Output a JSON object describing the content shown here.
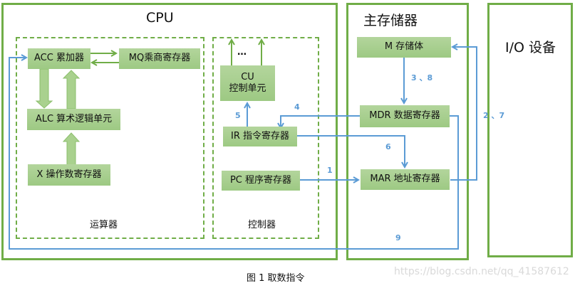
{
  "diagram": {
    "cpu": {
      "title": "CPU",
      "alu_group": {
        "label": "运算器",
        "acc": "ACC 累加器",
        "mq": "MQ乘商寄存器",
        "alc": "ALC 算术逻辑单元",
        "x": "X 操作数寄存器"
      },
      "control_group": {
        "label": "控制器",
        "cu_line1": "CU",
        "cu_line2": "控制单元",
        "ellipsis": "…",
        "ir": "IR 指令寄存器",
        "pc": "PC 程序寄存器"
      }
    },
    "memory": {
      "title": "主存储器",
      "m": "M 存储体",
      "mdr": "MDR 数据寄存器",
      "mar": "MAR 地址寄存器"
    },
    "io": {
      "title": "I/O 设备"
    },
    "step_labels": {
      "s1": "1",
      "s2_7": "2 、7",
      "s3_8": "3 、8",
      "s4": "4",
      "s5": "5",
      "s6": "6",
      "s9": "9"
    },
    "colors": {
      "green": "#70ad47",
      "box_fill": "#a9d18e",
      "blue_arrow": "#5b9bd5"
    }
  },
  "caption": "图 1  取数指令",
  "watermark": "https://blog.csdn.net/qq_41587612"
}
